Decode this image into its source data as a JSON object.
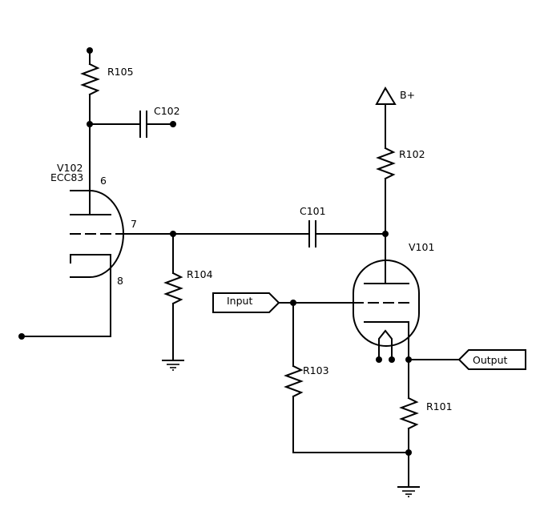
{
  "labels": {
    "r105": "R105",
    "c102": "C102",
    "v102_name": "V102",
    "v102_type": "ECC83",
    "pin6": "6",
    "pin7": "7",
    "pin8": "8",
    "r104": "R104",
    "c101": "C101",
    "bplus": "B+",
    "r102": "R102",
    "v101": "V101",
    "input": "Input",
    "output": "Output",
    "r103": "R103",
    "r101": "R101"
  }
}
